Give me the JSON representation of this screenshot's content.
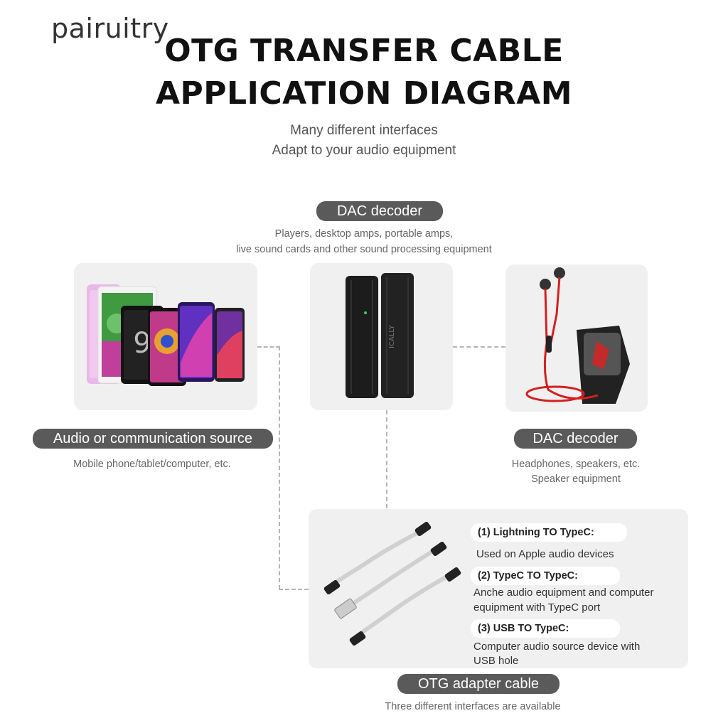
{
  "brand": "pairuitry",
  "title": {
    "line1": "OTG TRANSFER CABLE",
    "line2": "APPLICATION DIAGRAM"
  },
  "subtitle": {
    "line1": "Many different interfaces",
    "line2": "Adapt to your audio equipment"
  },
  "dac_top": {
    "label": "DAC decoder",
    "desc_line1": "Players, desktop amps, portable amps,",
    "desc_line2": "live sound cards and other sound processing equipment"
  },
  "source": {
    "label": "Audio or communication source",
    "desc": "Mobile phone/tablet/computer, etc."
  },
  "dac_right": {
    "label": "DAC decoder",
    "desc_line1": "Headphones, speakers, etc.",
    "desc_line2": "Speaker equipment"
  },
  "cables": [
    {
      "label": "(1) Lightning TO TypeC:",
      "desc_line1": "Used on Apple audio devices",
      "desc_line2": ""
    },
    {
      "label": "(2) TypeC TO TypeC:",
      "desc_line1": "Anche audio equipment and computer",
      "desc_line2": "equipment with TypeC port"
    },
    {
      "label": "(3) USB TO TypeC:",
      "desc_line1": "Computer audio source device with",
      "desc_line2": "USB hole"
    }
  ],
  "otg": {
    "label": "OTG adapter cable",
    "desc": "Three different interfaces are available"
  },
  "device_text": "ICALLY",
  "colors": {
    "pill_bg": "#5a5a5a",
    "card_bg": "#f0f0f0",
    "cable_red": "#d42020"
  }
}
